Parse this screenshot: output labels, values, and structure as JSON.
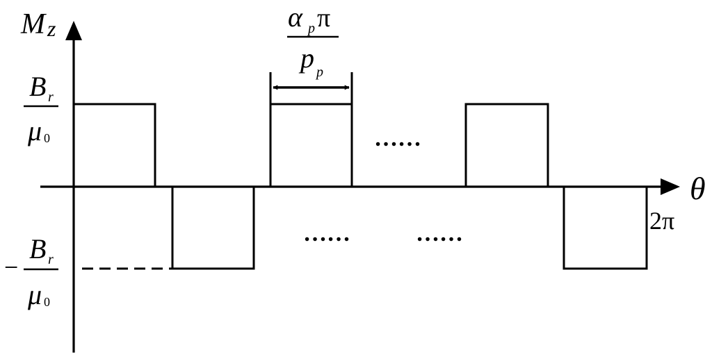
{
  "labels": {
    "y_axis_main": "M",
    "y_axis_sub": "z",
    "x_axis": "θ",
    "pos_level_num_main": "B",
    "pos_level_num_sub": "r",
    "pos_level_den_main": "μ",
    "pos_level_den_sub": "0",
    "minus_sign": "−",
    "neg_level_num_main": "B",
    "neg_level_num_sub": "r",
    "neg_level_den_main": "μ",
    "neg_level_den_sub": "0",
    "period_end": "2π",
    "width_num_alpha": "α",
    "width_num_alpha_sub": "p",
    "width_num_pi": "π",
    "width_den_main": "p",
    "width_den_sub": "p",
    "ellipsis_upper": "……",
    "ellipsis_lower_left": "……",
    "ellipsis_lower_right": "……"
  }
}
